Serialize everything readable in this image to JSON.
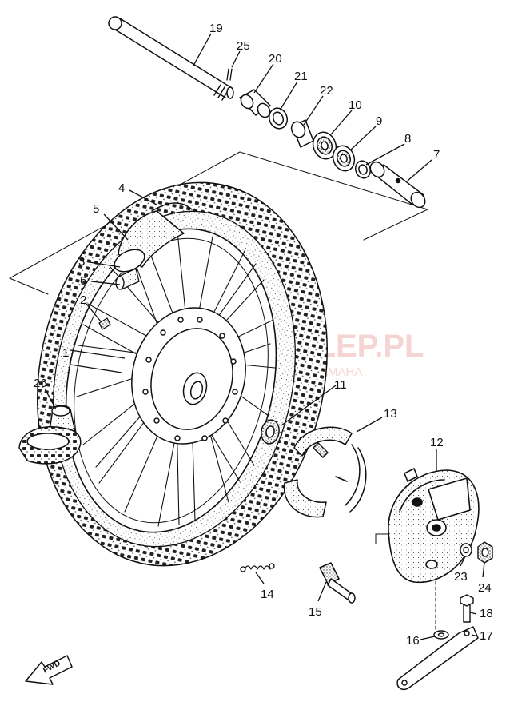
{
  "watermark": {
    "brand": "SKLEP.PL",
    "tagline": "AUTORYZOWANY DEALER YAMAHA",
    "color": "#f2c6c6"
  },
  "fwd_label": "FWD",
  "callouts": [
    {
      "id": "1",
      "label": "1"
    },
    {
      "id": "2",
      "label": "2"
    },
    {
      "id": "3",
      "label": "3"
    },
    {
      "id": "4",
      "label": "4"
    },
    {
      "id": "5",
      "label": "5"
    },
    {
      "id": "6",
      "label": "6"
    },
    {
      "id": "7",
      "label": "7"
    },
    {
      "id": "8",
      "label": "8"
    },
    {
      "id": "9",
      "label": "9"
    },
    {
      "id": "10",
      "label": "10"
    },
    {
      "id": "11",
      "label": "11"
    },
    {
      "id": "12",
      "label": "12"
    },
    {
      "id": "13",
      "label": "13"
    },
    {
      "id": "14",
      "label": "14"
    },
    {
      "id": "15",
      "label": "15"
    },
    {
      "id": "16",
      "label": "16"
    },
    {
      "id": "17",
      "label": "17"
    },
    {
      "id": "18",
      "label": "18"
    },
    {
      "id": "19",
      "label": "19"
    },
    {
      "id": "20",
      "label": "20"
    },
    {
      "id": "21",
      "label": "21"
    },
    {
      "id": "22",
      "label": "22"
    },
    {
      "id": "23",
      "label": "23"
    },
    {
      "id": "24",
      "label": "24"
    },
    {
      "id": "25",
      "label": "25"
    },
    {
      "id": "26",
      "label": "26"
    }
  ]
}
